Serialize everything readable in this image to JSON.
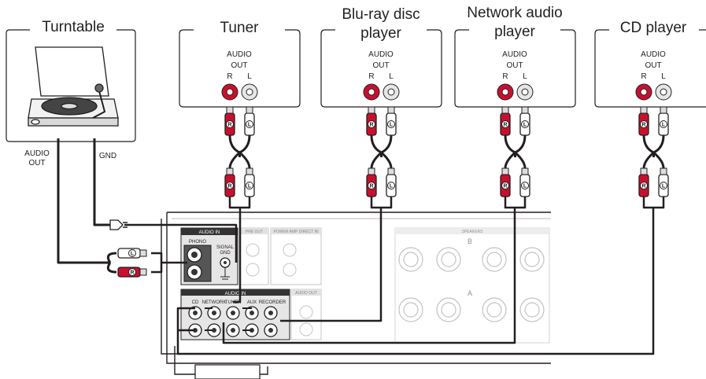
{
  "sources": [
    {
      "id": "turntable",
      "title": "Turntable",
      "out_label": "AUDIO\nOUT",
      "gnd_label": "GND"
    },
    {
      "id": "tuner",
      "title": "Tuner",
      "audio_label": "AUDIO",
      "out_label": "OUT",
      "r_label": "R",
      "l_label": "L"
    },
    {
      "id": "bluray",
      "title_line1": "Blu-ray disc",
      "title_line2": "player",
      "audio_label": "AUDIO",
      "out_label": "OUT",
      "r_label": "R",
      "l_label": "L"
    },
    {
      "id": "network",
      "title_line1": "Network audio",
      "title_line2": "player",
      "audio_label": "AUDIO",
      "out_label": "OUT",
      "r_label": "R",
      "l_label": "L"
    },
    {
      "id": "cd",
      "title": "CD player",
      "audio_label": "AUDIO",
      "out_label": "OUT",
      "r_label": "R",
      "l_label": "L"
    }
  ],
  "turntable_audio_out": [
    "AUDIO",
    "OUT"
  ],
  "plug_r": "R",
  "plug_l": "L",
  "amp": {
    "phono_panel_title": "AUDIO IN",
    "phono_label": "PHONO",
    "signal_gnd_label": [
      "SIGNAL",
      "GND"
    ],
    "pre_out_label": "PRE OUT",
    "power_amp_direct_label": "POWER AMP DIRECT IN",
    "audio_in_label": "AUDIO IN",
    "audio_out_label": "AUDIO OUT",
    "inputs": [
      "CD",
      "NETWORK",
      "TUNER",
      "AUX",
      "RECORDER"
    ],
    "speakers_label": "SPEAKERS",
    "speaker_a": "A",
    "speaker_b": "B"
  }
}
